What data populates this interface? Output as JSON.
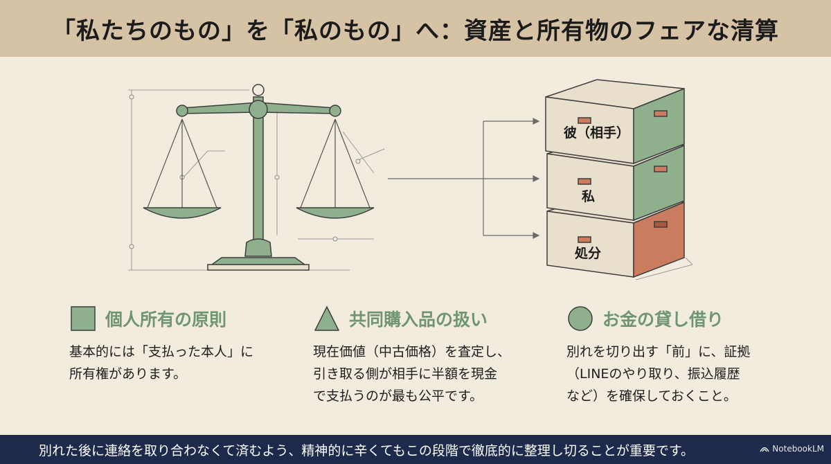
{
  "header": {
    "title": "「私たちのもの」を「私のもの」へ：資産と所有物のフェアな清算"
  },
  "illustration": {
    "boxes": [
      {
        "label": "彼（相手）",
        "color": "#8fb08d"
      },
      {
        "label": "私",
        "color": "#8fb08d"
      },
      {
        "label": "処分",
        "color": "#c97d5e"
      }
    ]
  },
  "principles": [
    {
      "icon": "square-icon",
      "title": "個人所有の原則",
      "body": "基本的には「支払った本人」に\n所有権があります。"
    },
    {
      "icon": "triangle-icon",
      "title": "共同購入品の扱い",
      "body": "現在価値（中古価格）を査定し、\n引き取る側が相手に半額を現金\nで支払うのが最も公平です。"
    },
    {
      "icon": "circle-icon",
      "title": "お金の貸し借り",
      "body": "別れを切り出す「前」に、証拠\n（LINEのやり取り、振込履歴\nなど）を確保しておくこと。"
    }
  ],
  "footer": {
    "text": "別れた後に連絡を取り合わなくて済むよう、精神的に辛くてもこの段階で徹底的に整理し切ることが重要です。",
    "watermark": "NotebookLM"
  },
  "colors": {
    "accent_green": "#6f9670",
    "box_green": "#8fb08d",
    "box_orange": "#c97d5e",
    "header_bg": "#d6c3a6",
    "footer_bg": "#1d2a4b",
    "page_bg": "#f2ecdf"
  }
}
